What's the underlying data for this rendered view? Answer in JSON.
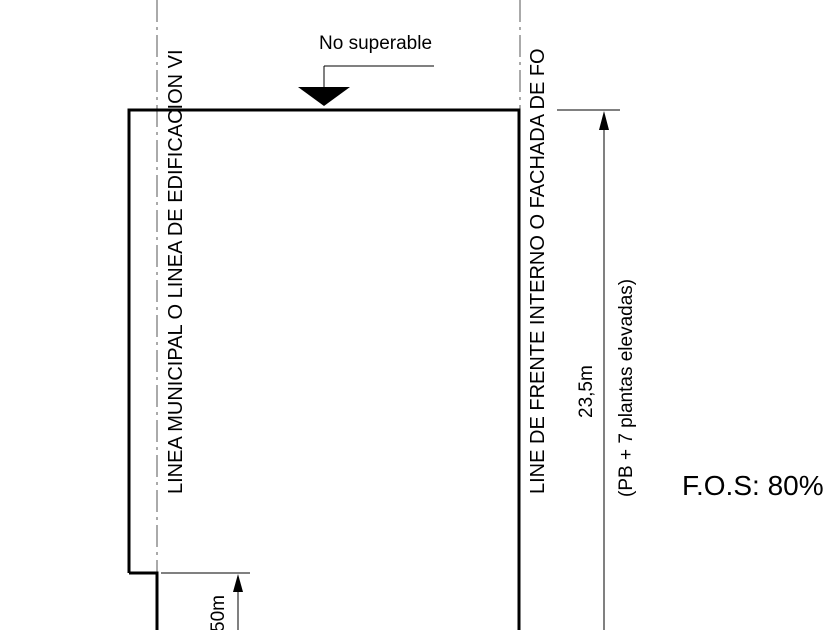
{
  "diagram": {
    "label_no_superable": "No superable",
    "label_linea_municipal": "LINEA MUNICIPAL O LINEA DE EDIFICACION VI",
    "label_linea_frente": "LINE DE FRENTE INTERNO O FACHADA DE FO",
    "label_height": "23,5m",
    "label_plantas": "(PB + 7 plantas elevadas)",
    "label_fos": "F.O.S: 80%",
    "label_partial_dim": "50m",
    "line_color": "#000000",
    "background": "#ffffff"
  }
}
